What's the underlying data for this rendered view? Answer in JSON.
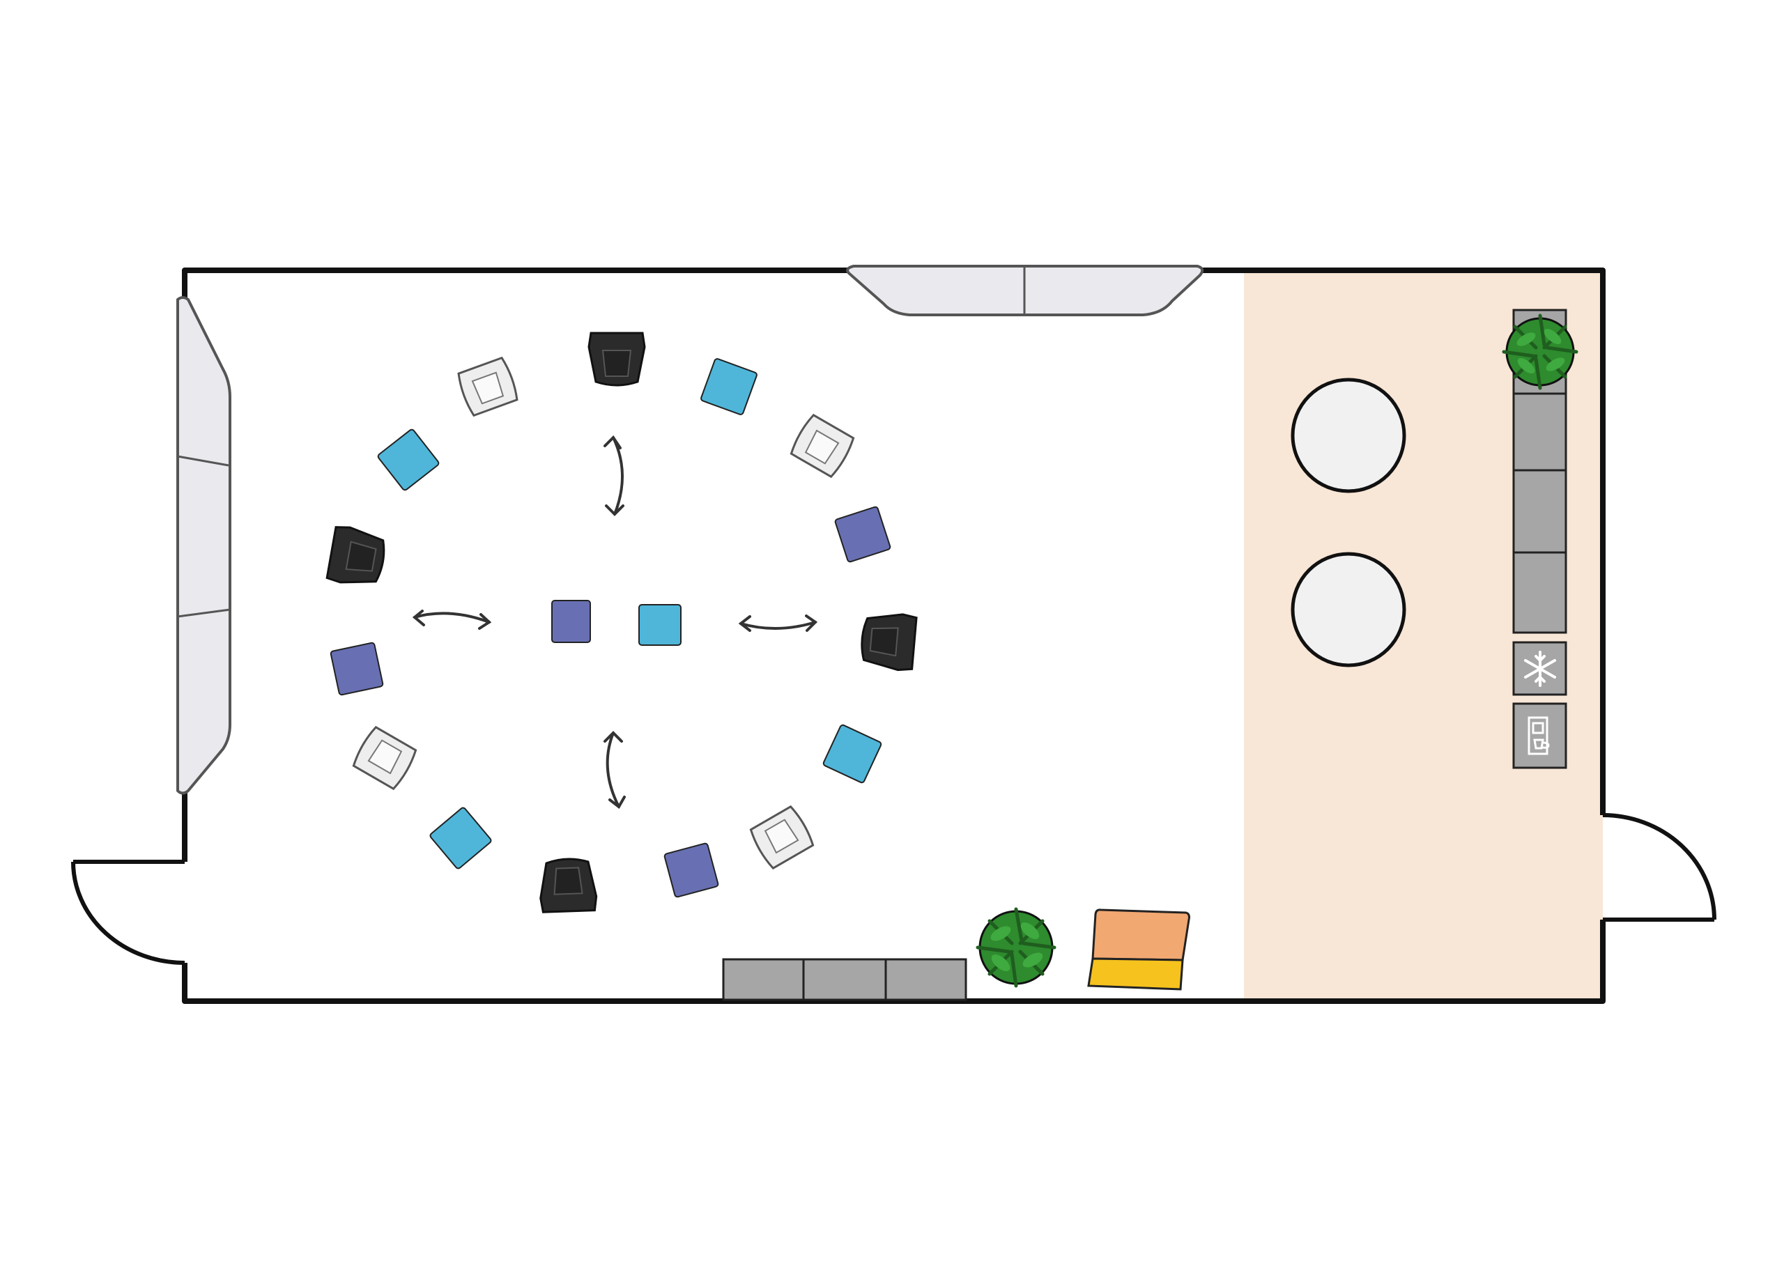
{
  "title": "",
  "colors": {
    "wall": "#111111",
    "floor": "#ffffff",
    "kitchen_floor": "#f8e6d6",
    "whiteboard_fill": "#e9e9ee",
    "whiteboard_stroke": "#555555",
    "stool_light_blue": "#4fb6d9",
    "stool_purple": "#6870b3",
    "chair_black": "#2b2b2b",
    "chair_white": "#eeeeee",
    "cabinet_gray": "#a6a6a6",
    "bar_table": "#f1f1f1",
    "plant_green": "#2e8b2e",
    "plant_dark": "#1f5e1f",
    "sofa_orange": "#f2a871",
    "sofa_yellow": "#f6c21e"
  },
  "icons": [
    "arrow-double-icon",
    "snowflake-icon",
    "coffee-machine-icon",
    "plant-icon",
    "chair-icon",
    "stool-icon"
  ],
  "layout_notes": {
    "zones": [
      "meeting-circle",
      "kitchen-zone"
    ],
    "seat_ring": {
      "chairs_black": 4,
      "chairs_white": 4,
      "stools_light_blue": 5,
      "stools_purple": 4
    },
    "center_stools": [
      "purple",
      "light_blue"
    ],
    "movement_arrows": 4,
    "kitchen": {
      "round_tables": 2,
      "cabinet_units": 4,
      "fridge": "snowflake-icon",
      "coffee_machine": "coffee-machine-icon"
    },
    "doors": 2,
    "whiteboards": 2,
    "plants": 2,
    "sofa": 1,
    "storage_units": 3
  }
}
